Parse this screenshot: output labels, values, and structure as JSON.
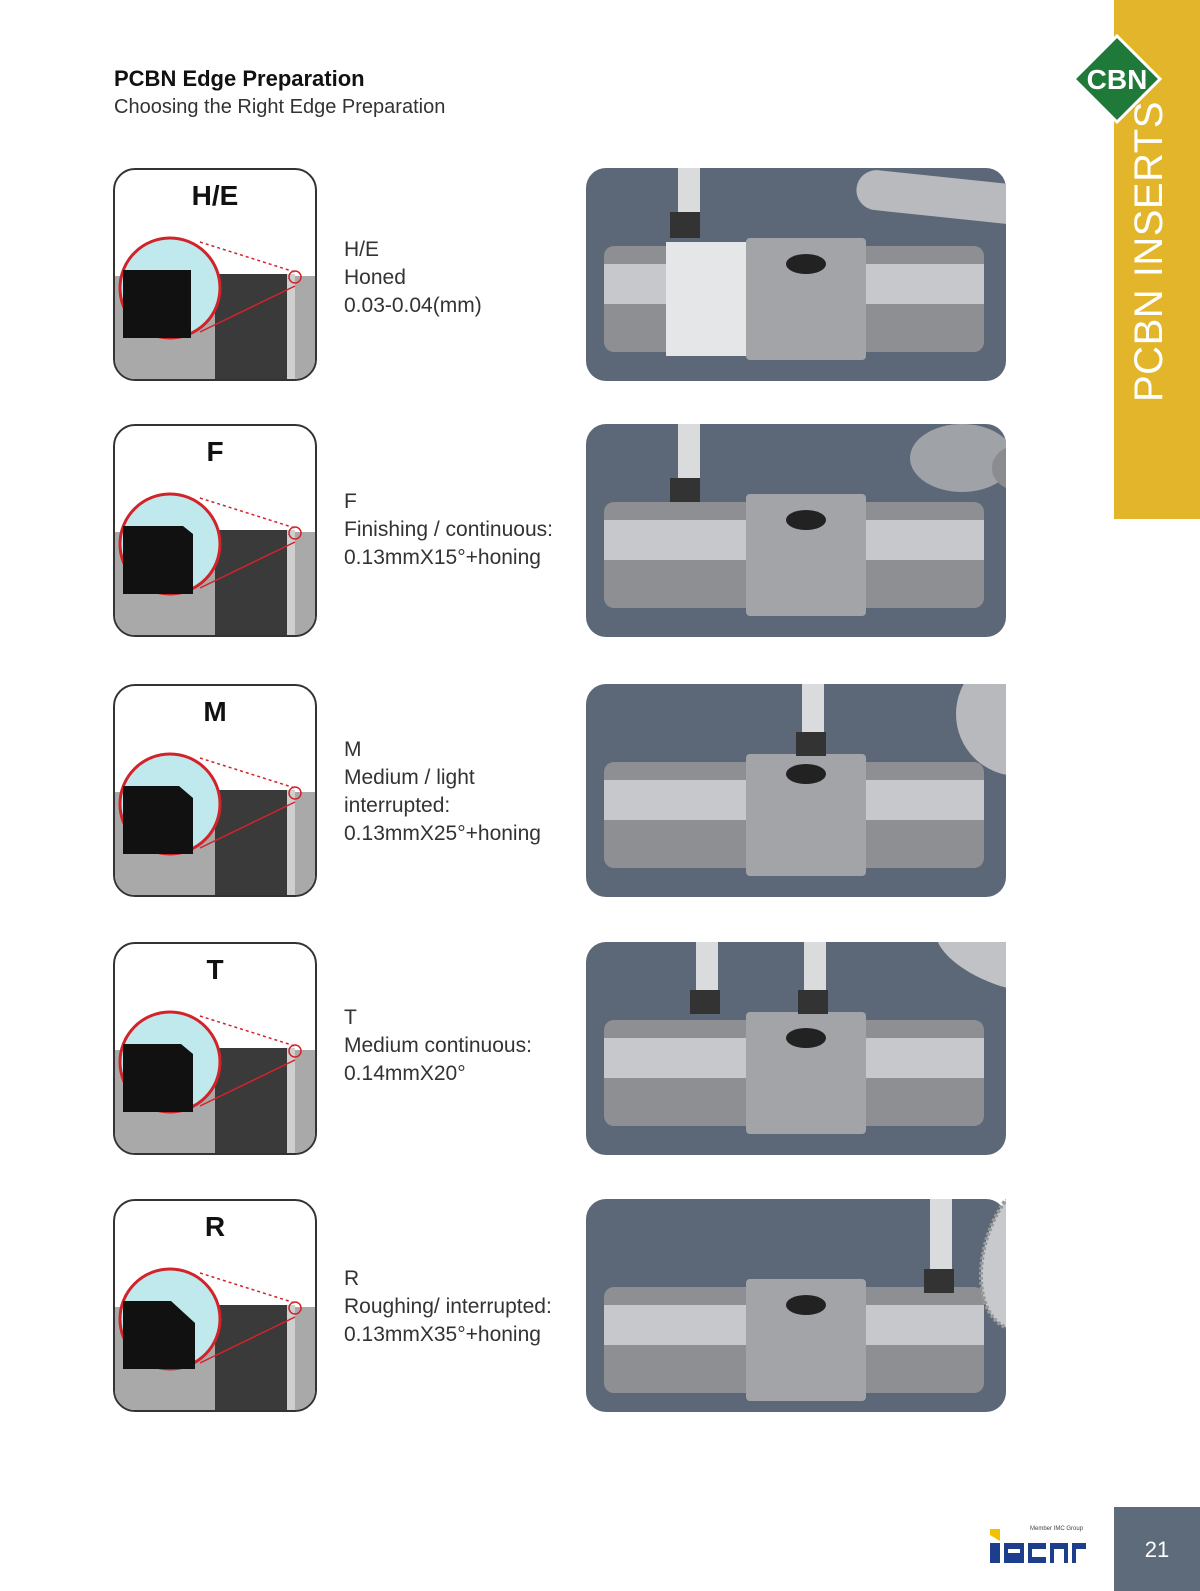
{
  "header": {
    "title": "PCBN Edge Preparation",
    "subtitle": "Choosing the Right Edge Preparation"
  },
  "side_tab": {
    "label": "PCBN INSERTS",
    "badge": "CBN",
    "color": "#e3b52b",
    "badge_color": "#1f7a3a"
  },
  "rows": [
    {
      "code": "H/E",
      "lines": [
        "H/E",
        "Honed",
        "0.03-0.04(mm)"
      ]
    },
    {
      "code": "F",
      "lines": [
        "F",
        "Finishing / continuous:",
        "0.13mmX15°+honing"
      ]
    },
    {
      "code": "M",
      "lines": [
        "M",
        "Medium / light",
        "interrupted:",
        "0.13mmX25°+honing"
      ]
    },
    {
      "code": "T",
      "lines": [
        "T",
        "Medium continuous:",
        "0.14mmX20°"
      ]
    },
    {
      "code": "R",
      "lines": [
        "R",
        "Roughing/ interrupted:",
        "0.13mmX35°+honing"
      ]
    }
  ],
  "footer": {
    "page_number": "21",
    "logo_text": "iscar",
    "logo_tagline": "Member IMC Group"
  },
  "colors": {
    "photo_bg": "#5c6878",
    "page_box": "#5e6b7b",
    "magnifier_ring": "#d2232a",
    "logo_blue": "#1d3e8c",
    "logo_yellow": "#f2c200"
  }
}
